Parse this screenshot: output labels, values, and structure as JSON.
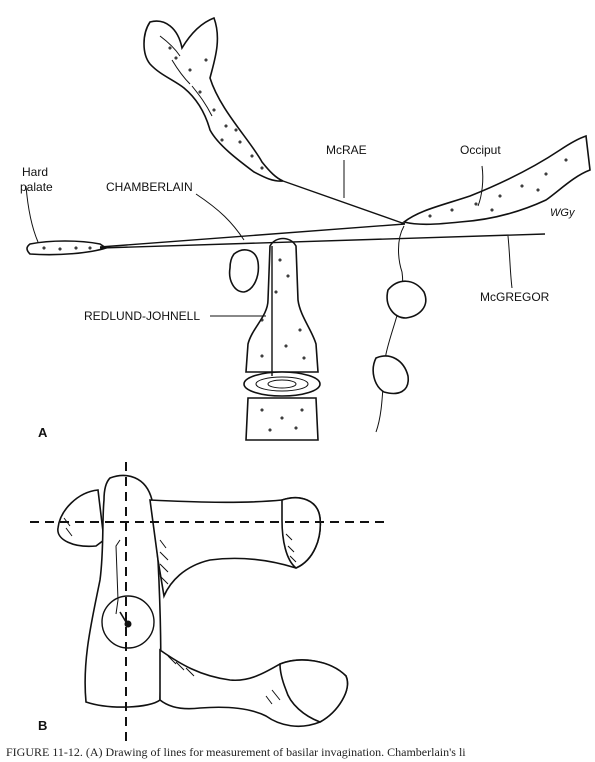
{
  "panel_a": {
    "label": "A",
    "labels": {
      "hard_palate_line1": "Hard",
      "hard_palate_line2": "palate",
      "chamberlain": "CHAMBERLAIN",
      "mcrae": "McRAE",
      "occiput": "Occiput",
      "mcgregor": "McGREGOR",
      "redlund_johnell": "REDLUND-JOHNELL",
      "signature": "WGy"
    }
  },
  "panel_b": {
    "label": "B"
  },
  "caption": "FIGURE 11-12. (A) Drawing of lines for measurement of basilar invagination. Chamberlain's li"
}
